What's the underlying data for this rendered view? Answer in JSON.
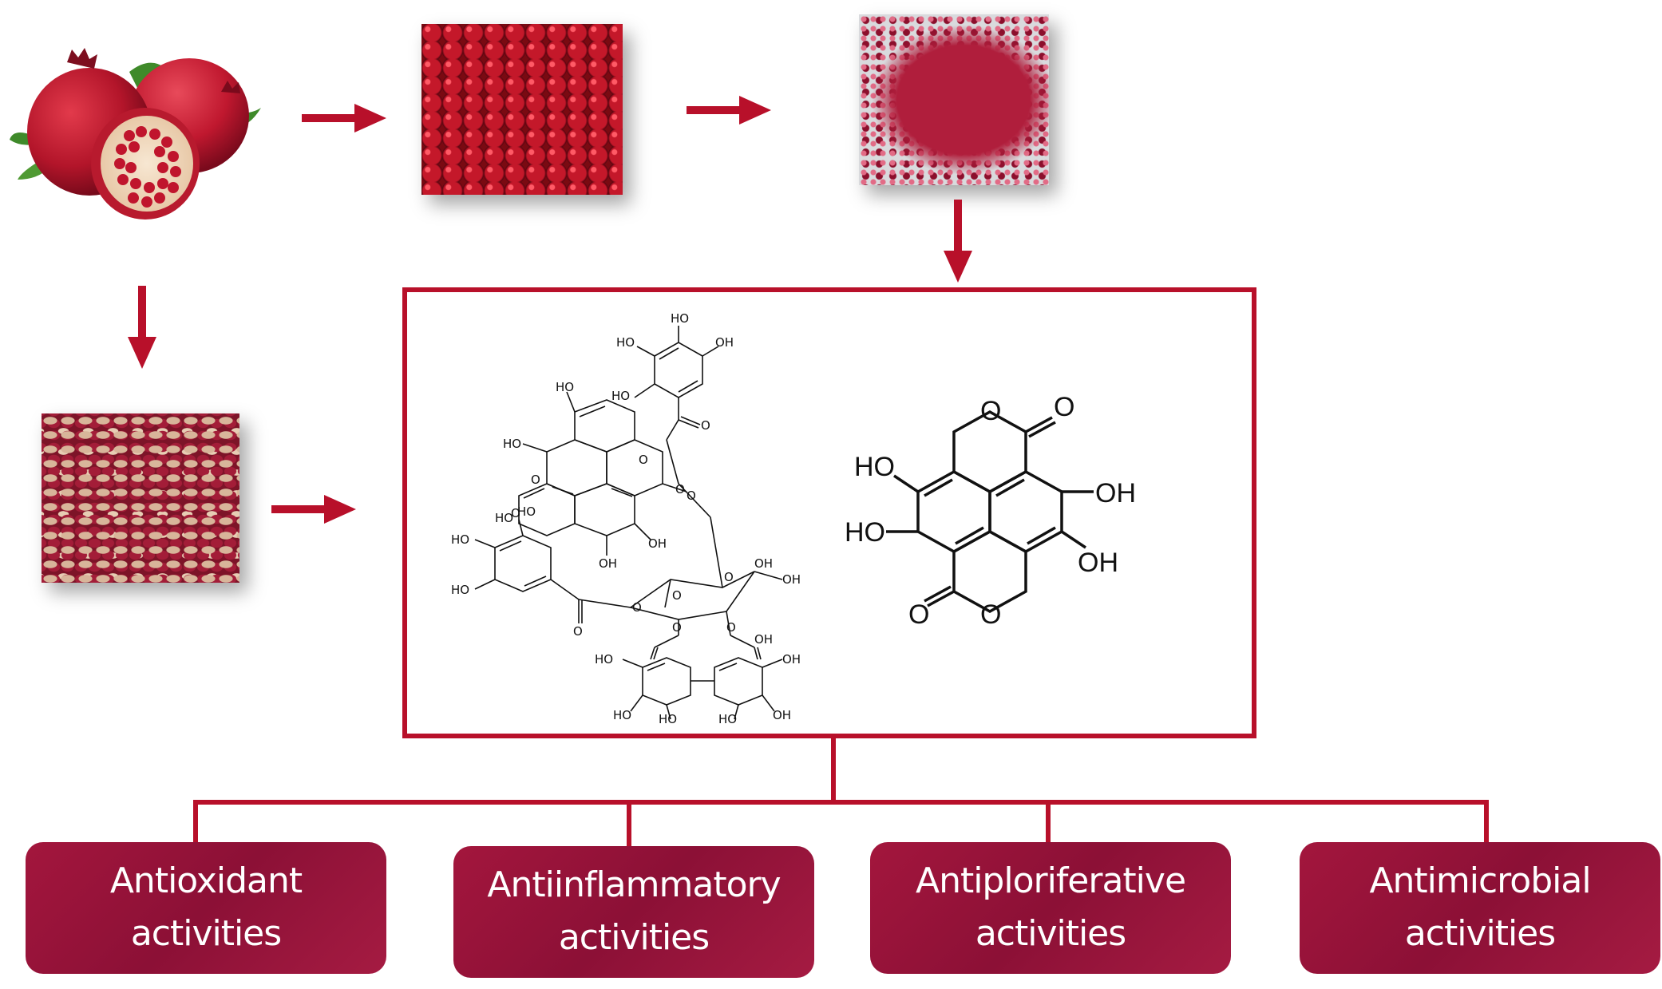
{
  "colors": {
    "accent": "#b8102a",
    "box_fill": "#921238"
  },
  "structure_labels": {
    "left": [
      "HO",
      "HO",
      "OH",
      "HO",
      "HO",
      "HO",
      "O",
      "O",
      "O",
      "O",
      "O",
      "O",
      "HO",
      "HO",
      "HO",
      "HO",
      "OH",
      "OH",
      "OH",
      "O",
      "O",
      "O",
      "O",
      "OH",
      "O",
      "O",
      "HO",
      "OH",
      "HO",
      "HO",
      "OH",
      "HO",
      "OH"
    ],
    "right": [
      "O",
      "HO",
      "O",
      "HO",
      "OH",
      "OH",
      "O",
      "O"
    ]
  },
  "activities": [
    {
      "line1": "Antioxidant",
      "line2": "activities"
    },
    {
      "line1": "Antiinflammatory",
      "line2": "activities"
    },
    {
      "line1": "Antiploriferative",
      "line2": "activities"
    },
    {
      "line1": "Antimicrobial",
      "line2": "activities"
    }
  ]
}
